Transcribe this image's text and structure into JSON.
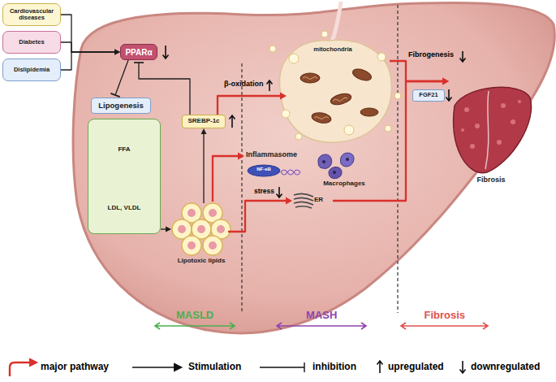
{
  "diagram": {
    "nodes": [
      {
        "text": [
          "Cardiovascular diseases"
        ]
      },
      {
        "text": [
          "Diabetes"
        ]
      },
      {
        "text": [
          "Dislipidemia"
        ]
      },
      {
        "text": [
          "PPARα"
        ]
      },
      {
        "text": [
          "Lipogenesis"
        ]
      },
      {
        "text": [
          "FFA",
          "LDL, VLDL"
        ]
      },
      {
        "text": [
          "SREBP-1c"
        ]
      },
      {
        "text": [
          "Lipotoxic lipids"
        ]
      },
      {
        "text": [
          "mitochondria"
        ]
      },
      {
        "text": [
          "Inflammasome",
          "NF-κB"
        ]
      },
      {
        "text": [
          "ER"
        ]
      },
      {
        "text": [
          "Macrophages"
        ]
      },
      {
        "text": [
          "FGF21"
        ]
      },
      {
        "text": [
          "Fibrosis"
        ]
      }
    ],
    "edges": [
      {
        "from": 0,
        "to": 3,
        "arrow": "to"
      },
      {
        "from": 1,
        "to": 3,
        "arrow": "to"
      },
      {
        "from": 2,
        "to": 3,
        "arrow": "to"
      },
      {
        "from": 3,
        "to": 4,
        "arrow": "to"
      },
      {
        "from": 5,
        "to": 7,
        "arrow": "to"
      },
      {
        "from": 7,
        "to": 6,
        "arrow": "to"
      },
      {
        "from": 6,
        "to": 3,
        "arrow": "to"
      },
      {
        "from": 6,
        "to": 8,
        "label": "β-oxidation",
        "arrow": "to"
      },
      {
        "from": 7,
        "to": 9,
        "arrow": "to"
      },
      {
        "from": 7,
        "to": 10,
        "label": "stress",
        "arrow": "to"
      },
      {
        "from": 8,
        "to": 13,
        "label": "Fibrogenesis",
        "arrow": "to"
      },
      {
        "from": 10,
        "to": 13,
        "arrow": "to"
      }
    ],
    "labels": [
      "MASLD",
      "MASH",
      "Fibrosis"
    ],
    "legend": [
      {
        "text": "major pathway"
      },
      {
        "text": "Stimulation"
      },
      {
        "text": "inhibition"
      },
      {
        "text": "upregulated"
      },
      {
        "text": "downregulated"
      }
    ]
  }
}
